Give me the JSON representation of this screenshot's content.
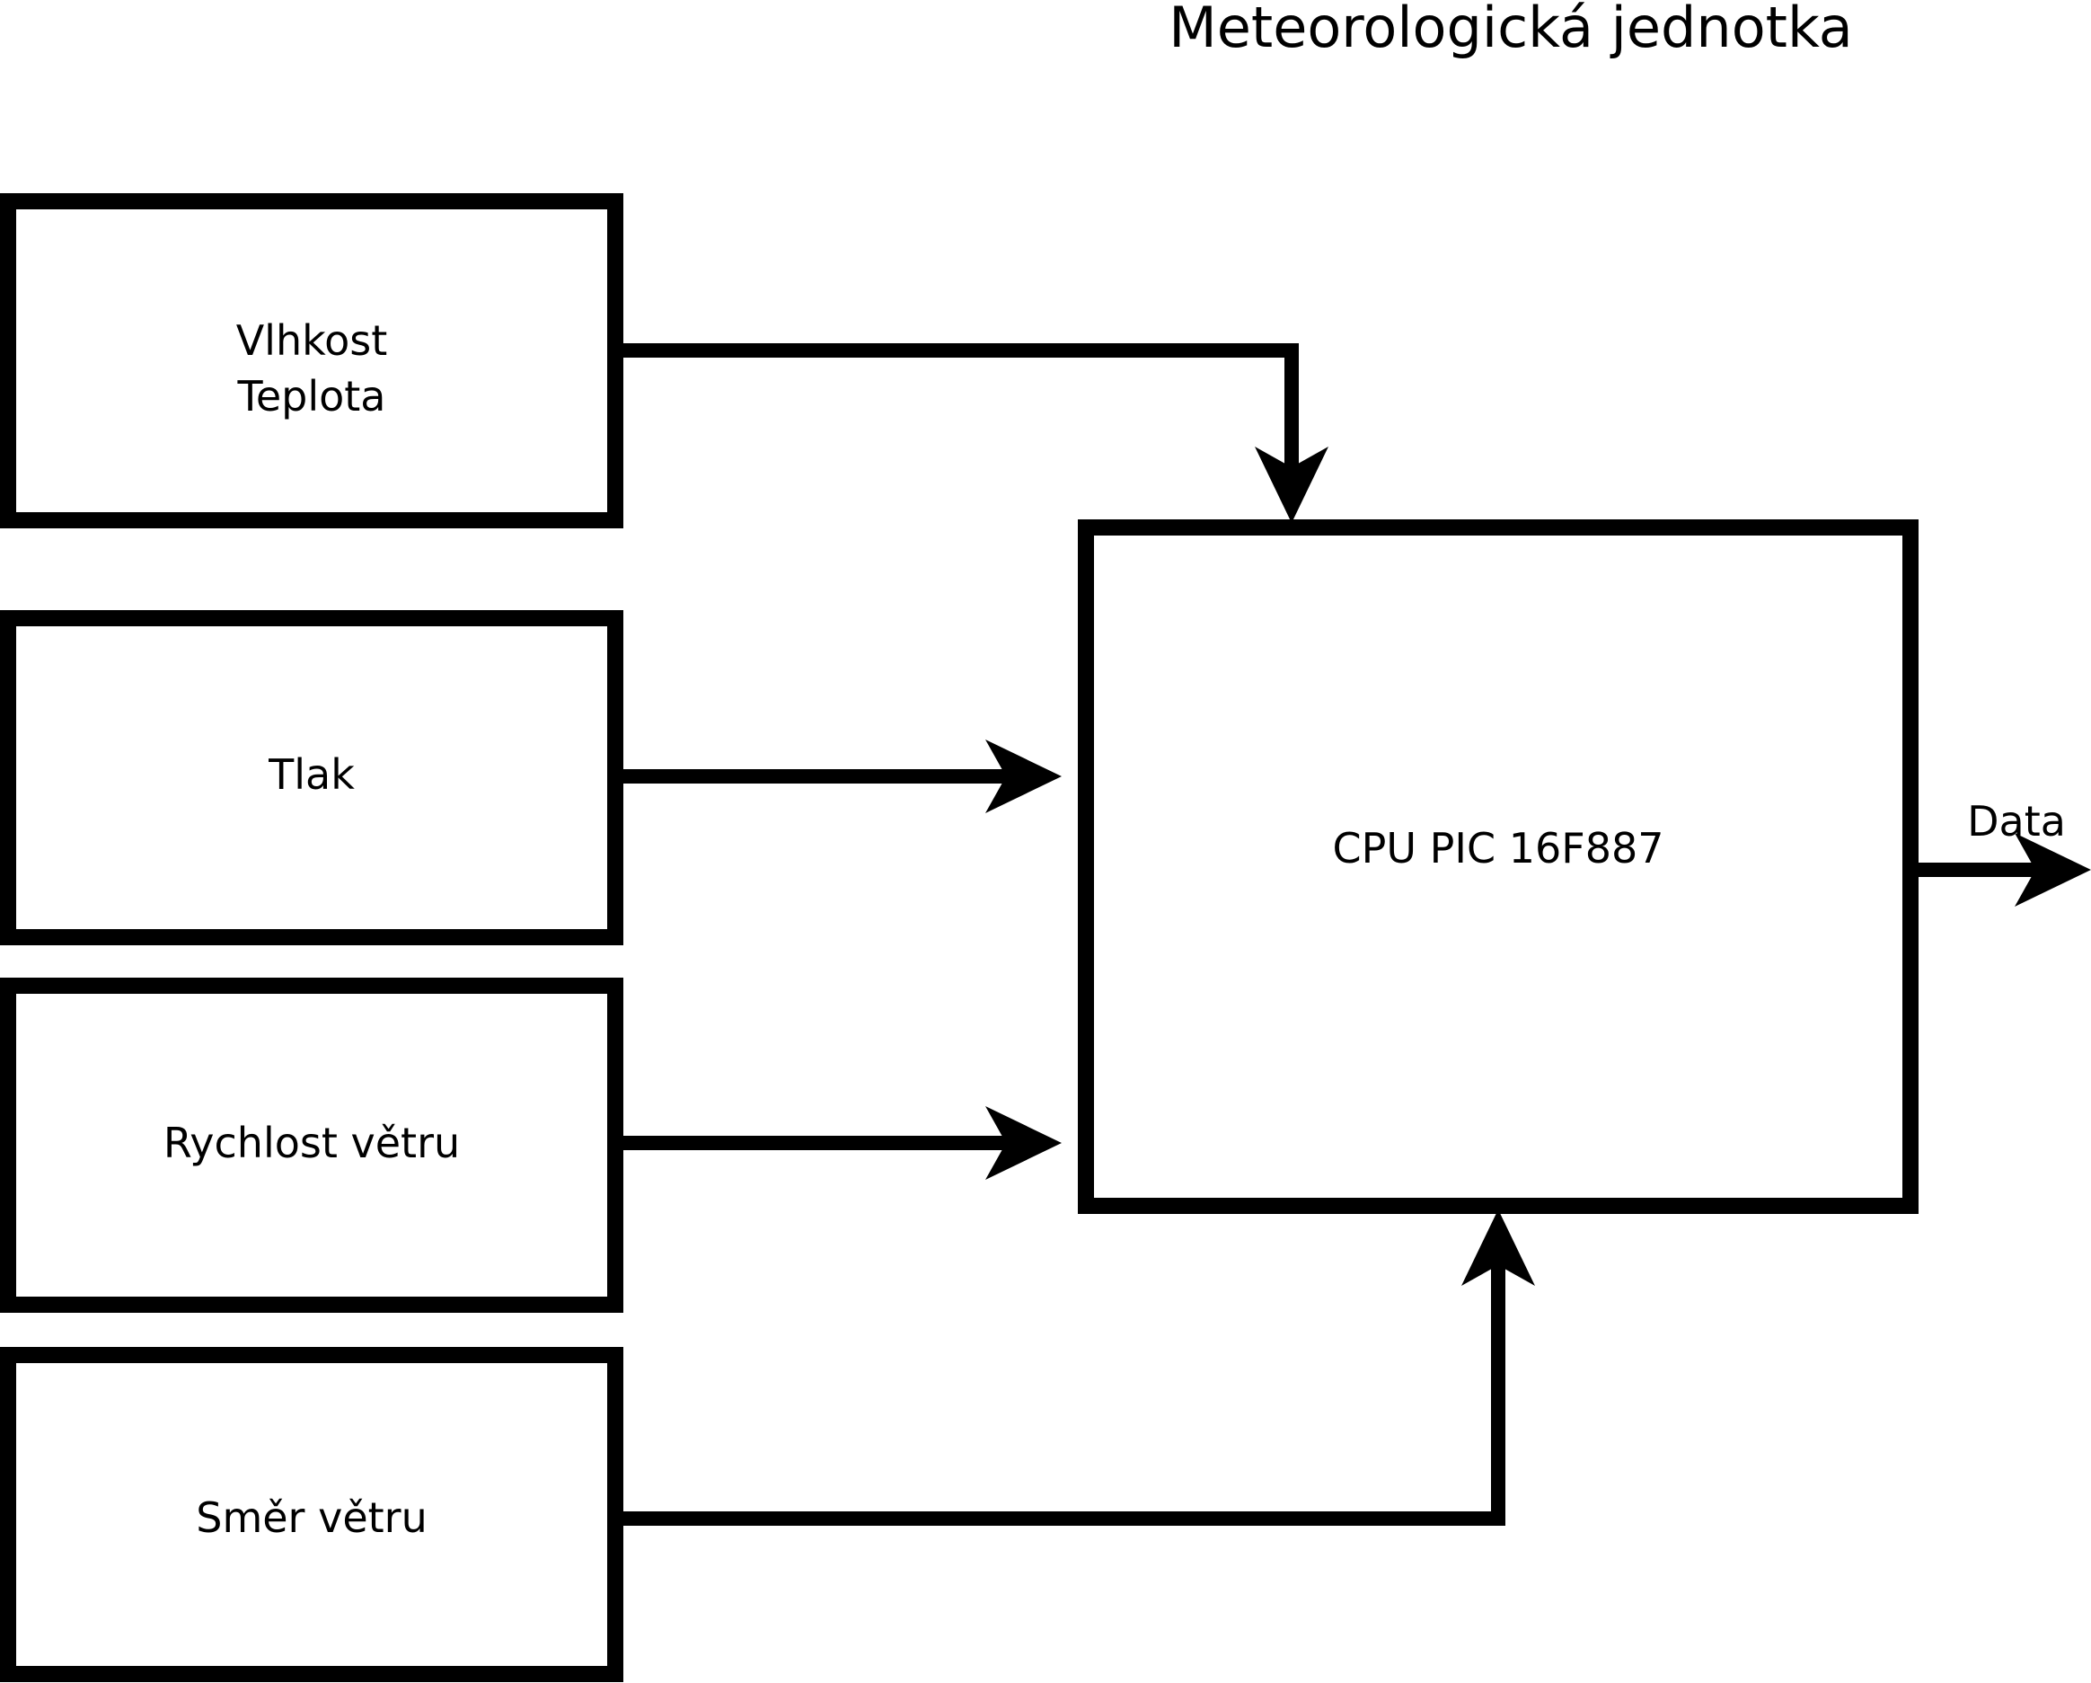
{
  "diagram": {
    "title": "Meteorologická jednotka",
    "type": "block-diagram",
    "background_color": "#ffffff",
    "line_color": "#000000",
    "sensor_blocks": [
      {
        "id": "humidity-temperature",
        "label_line1": "Vlhkost",
        "label_line2": "Teplota"
      },
      {
        "id": "pressure",
        "label_line1": "Tlak",
        "label_line2": ""
      },
      {
        "id": "wind-speed",
        "label_line1": "Rychlost větru",
        "label_line2": ""
      },
      {
        "id": "wind-direction",
        "label_line1": "Směr větru",
        "label_line2": ""
      }
    ],
    "cpu_block": {
      "id": "cpu",
      "label": "CPU PIC 16F887"
    },
    "output": {
      "id": "data-output",
      "label": "Data"
    },
    "connections": [
      {
        "from": "humidity-temperature",
        "to": "cpu",
        "direction": "down",
        "routing": "elbow"
      },
      {
        "from": "pressure",
        "to": "cpu",
        "direction": "right",
        "routing": "straight"
      },
      {
        "from": "wind-speed",
        "to": "cpu",
        "direction": "right",
        "routing": "straight"
      },
      {
        "from": "wind-direction",
        "to": "cpu",
        "direction": "up",
        "routing": "elbow"
      },
      {
        "from": "cpu",
        "to": "data-output",
        "direction": "right",
        "routing": "straight"
      }
    ]
  }
}
